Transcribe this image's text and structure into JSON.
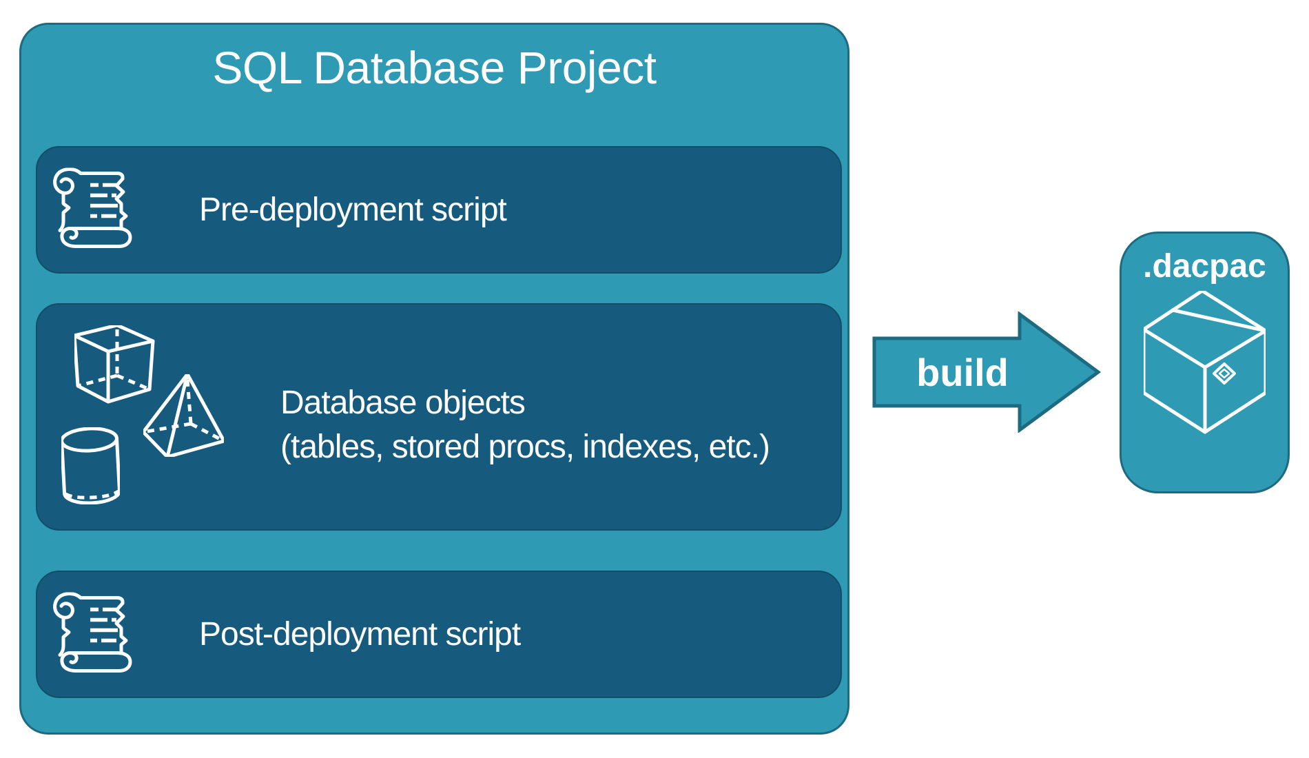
{
  "main_box": {
    "title": "SQL Database Project"
  },
  "boxes": [
    {
      "id": "pre-deployment",
      "label": "Pre-deployment script",
      "icon": "scroll-icon"
    },
    {
      "id": "database-objects",
      "line1": "Database objects",
      "line2": "(tables, stored procs, indexes, etc.)",
      "icons": [
        "cube-icon",
        "pyramid-icon",
        "cylinder-icon"
      ]
    },
    {
      "id": "post-deployment",
      "label": "Post-deployment script",
      "icon": "scroll-icon"
    }
  ],
  "arrow": {
    "label": "build",
    "direction": "right"
  },
  "output_box": {
    "label": ".dacpac",
    "icon": "package-icon"
  },
  "colors": {
    "teal": "#2E9AB4",
    "teal_border": "#1D6B80",
    "dark_panel": "#165A7D",
    "dark_panel_border": "#114E68",
    "text": "#FFFFFF",
    "background": "#FFFFFF"
  }
}
